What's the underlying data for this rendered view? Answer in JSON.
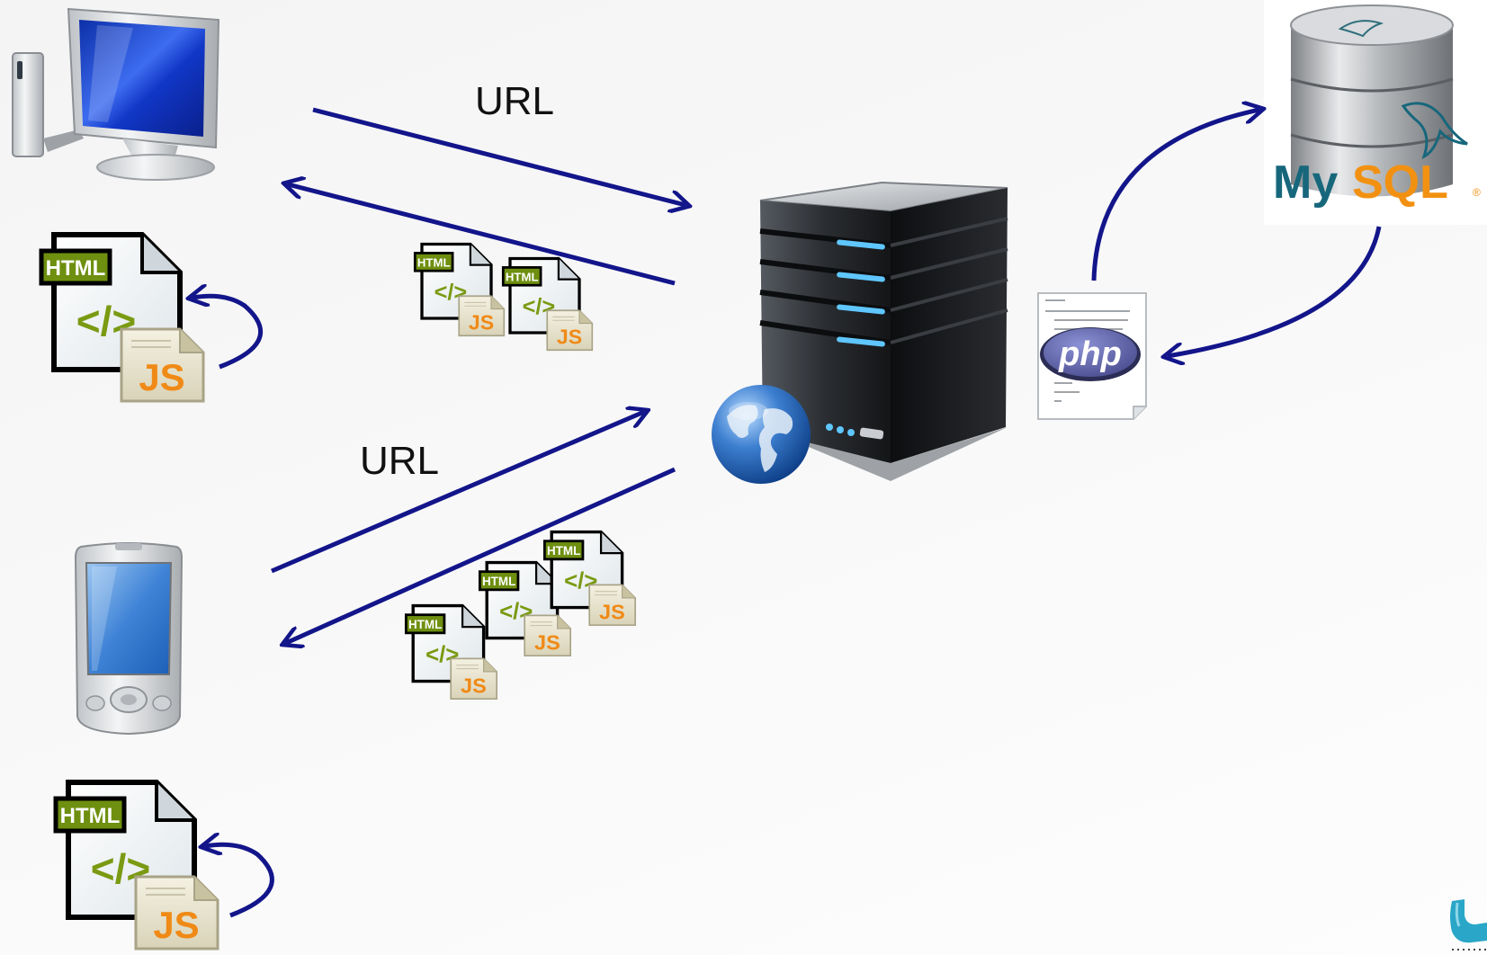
{
  "diagram": {
    "arrows": {
      "desktop_request_label": "URL",
      "mobile_request_label": "URL"
    },
    "icons": {
      "desktop": "desktop-computer-icon",
      "mobile": "handheld-device-icon",
      "server": "web-server-icon",
      "globe": "globe-icon",
      "php_file": "php-file-icon",
      "database": "mysql-database-icon",
      "web_document": "html-js-document-icon",
      "corner_logo": "brand-logo-icon"
    },
    "document_badge": {
      "html": "HTML",
      "code": "</>",
      "js": "JS"
    },
    "php_badge": "php",
    "mysql_logo": {
      "my": "My",
      "sql": "SQL",
      "reg": "®"
    },
    "colors": {
      "arrow": "#13158a",
      "html_badge": "#6e8f0f",
      "js_badge": "#f08a16",
      "mysql_blue": "#17677c",
      "mysql_orange": "#f29111",
      "php_purple": "#6a6fb0"
    }
  }
}
